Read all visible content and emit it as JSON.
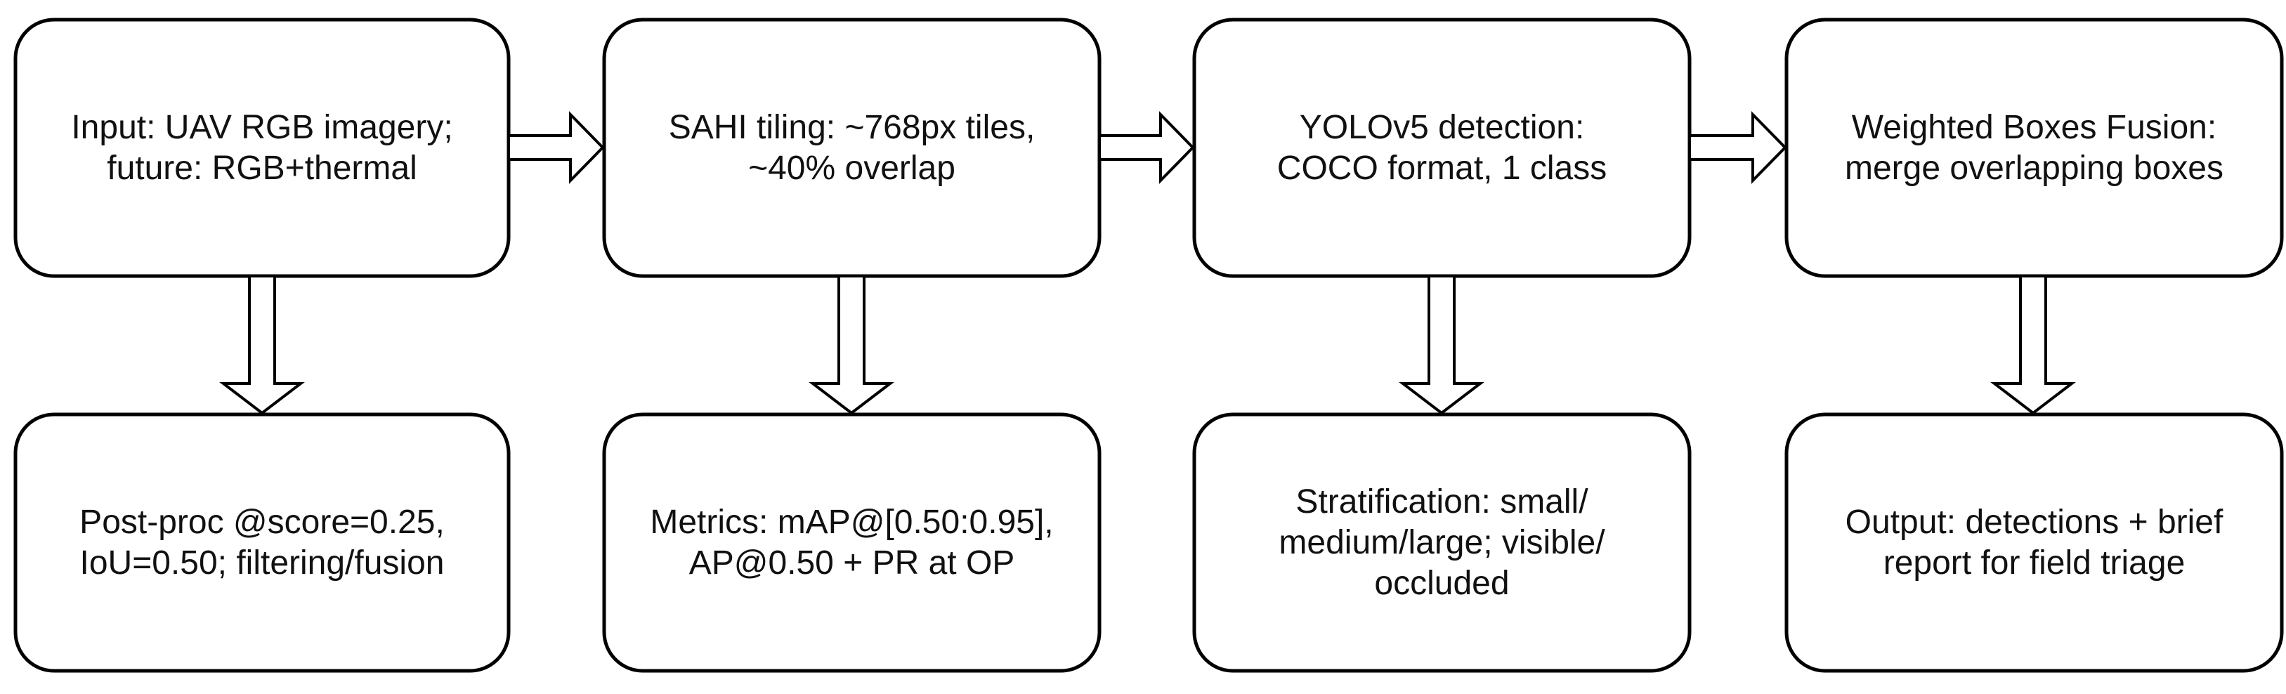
{
  "top_row": [
    {
      "id": "input",
      "lines": [
        "Input: UAV RGB imagery;",
        "future: RGB+thermal"
      ]
    },
    {
      "id": "sahi",
      "lines": [
        "SAHI tiling: ~768px tiles,",
        "~40% overlap"
      ]
    },
    {
      "id": "yolo",
      "lines": [
        "YOLOv5 detection:",
        "COCO format, 1 class"
      ]
    },
    {
      "id": "wbf",
      "lines": [
        "Weighted Boxes Fusion:",
        "merge overlapping boxes"
      ]
    }
  ],
  "bottom_row": [
    {
      "id": "postproc",
      "lines": [
        "Post-proc @score=0.25,",
        "IoU=0.50; filtering/fusion"
      ]
    },
    {
      "id": "metrics",
      "lines": [
        "Metrics: mAP@[0.50:0.95],",
        "AP@0.50 + PR at OP"
      ]
    },
    {
      "id": "stratification",
      "lines": [
        "Stratification: small/",
        "medium/large; visible/",
        "occluded"
      ]
    },
    {
      "id": "output",
      "lines": [
        "Output: detections + brief",
        "report for field triage"
      ]
    }
  ]
}
